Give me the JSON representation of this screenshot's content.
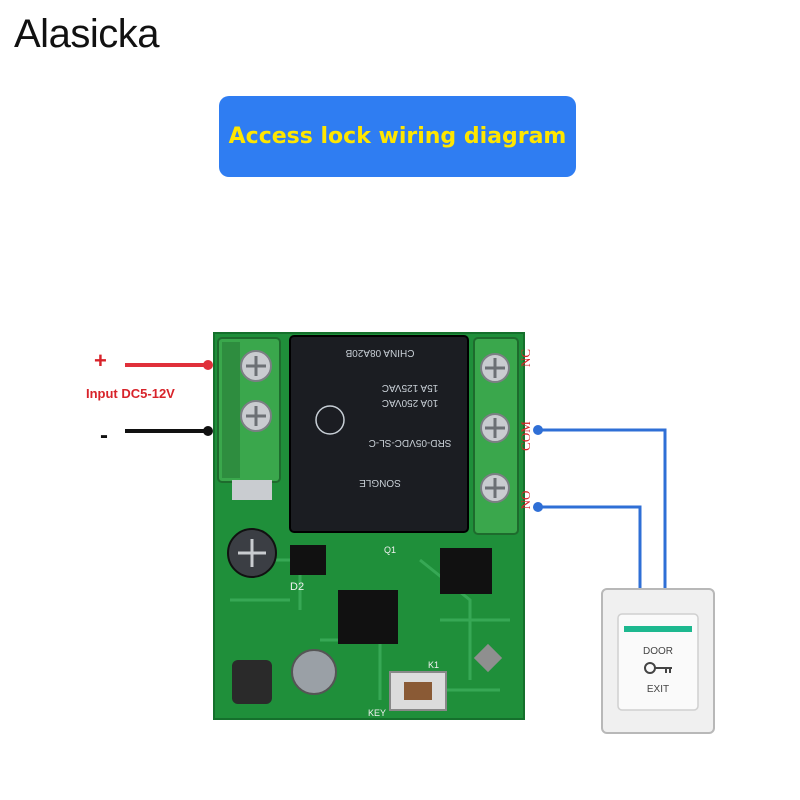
{
  "brand": "Alasicka",
  "banner": {
    "title": "Access lock wiring diagram",
    "bg_color": "#2f7df2",
    "text_color": "#ffe600"
  },
  "power": {
    "plus": "+",
    "minus": "-",
    "label": "Input DC5-12V",
    "plus_wire_color": "#e0303a",
    "minus_wire_color": "#111111"
  },
  "terminals": {
    "nc": "NC",
    "com": "COM",
    "no": "NO"
  },
  "output_wire_color": "#2f6fd6",
  "relay": {
    "line1": "CHINA 08A20B",
    "line2": "10A 250VAC",
    "line3": "15A 125VAC",
    "line4": "SRD-05VDC-SL-C",
    "line5": "SONGLE"
  },
  "board_marks": {
    "d2": "D2",
    "q1": "Q1",
    "k1": "K1",
    "key": "KEY"
  },
  "exit_button": {
    "top": "DOOR",
    "bottom": "EXIT"
  }
}
